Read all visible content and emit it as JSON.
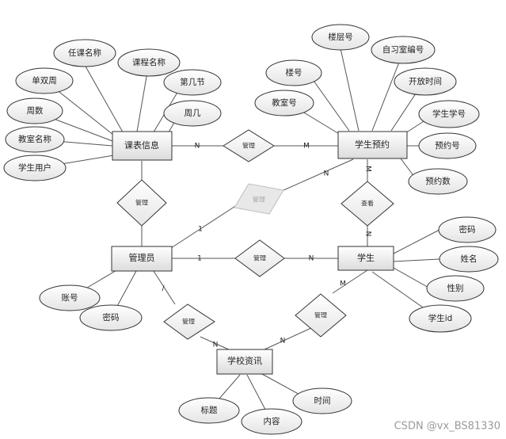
{
  "entities": {
    "schedule": "课表信息",
    "reservation": "学生预约",
    "admin": "管理员",
    "student": "学生",
    "news": "学校资讯"
  },
  "attributes": {
    "course_teacher": "任课名称",
    "course_name": "课程名称",
    "odd_even_week": "单双周",
    "section": "第几节",
    "week_count": "周数",
    "weekday": "周几",
    "classroom_name": "教室名称",
    "student_user": "学生用户",
    "floor_no": "楼层号",
    "study_room_no": "自习室编号",
    "building_no": "楼号",
    "open_time": "开放时间",
    "classroom_no": "教室号",
    "student_no": "学生学号",
    "reservation_no": "预约号",
    "reservation_count": "预约数",
    "admin_account": "账号",
    "admin_password": "密码",
    "student_password": "密码",
    "student_name": "姓名",
    "student_gender": "性别",
    "student_id": "学生id",
    "news_title": "标题",
    "news_content": "内容",
    "news_time": "时间"
  },
  "relationships": {
    "schedule_reservation": "管理",
    "admin_schedule": "管理",
    "admin_reservation": "管理",
    "reservation_student": "查看",
    "admin_student": "管理",
    "admin_news": "管理",
    "student_news": "管理"
  },
  "cardinalities": {
    "c1": "N",
    "c2": "M",
    "c3": "M",
    "c4": "N",
    "c5": "1",
    "c6": "N",
    "c7": "1",
    "c8": "N",
    "c9": "/",
    "c10": "N",
    "c11": "N",
    "c12": "M"
  },
  "watermark": "CSDN @vx_BS81330"
}
